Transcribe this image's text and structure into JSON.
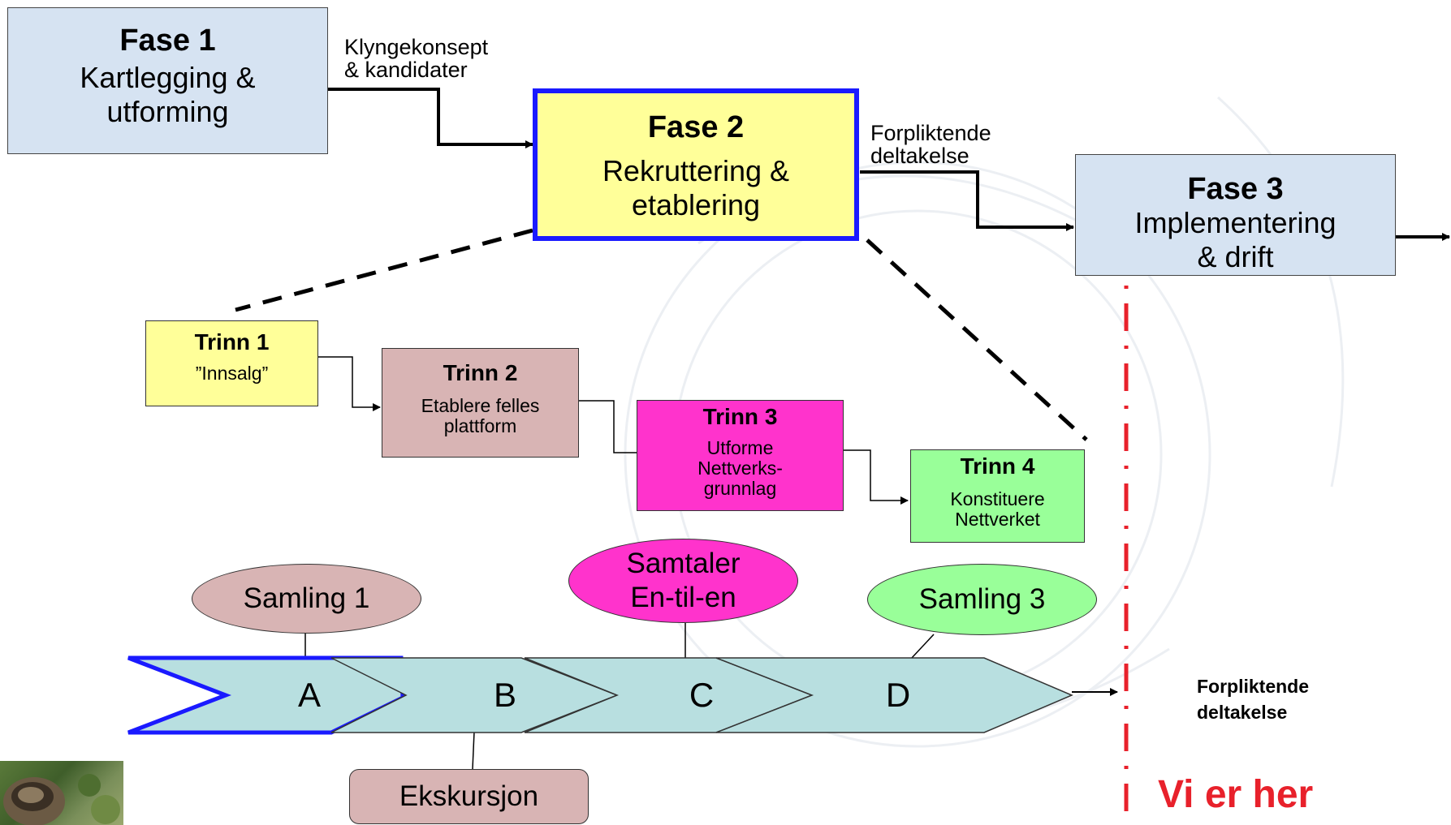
{
  "phases": [
    {
      "title": "Fase 1",
      "line1": "Kartlegging &",
      "line2": "utforming"
    },
    {
      "title": "Fase 2",
      "line1": "Rekruttering &",
      "line2": "etablering"
    },
    {
      "title": "Fase 3",
      "line1": "Implementering",
      "line2": "& drift"
    }
  ],
  "connectors": {
    "c1_line1": "Klyngekonsept",
    "c1_line2": "& kandidater",
    "c2_line1": "Forpliktende",
    "c2_line2": "deltakelse"
  },
  "steps": [
    {
      "title": "Trinn 1",
      "line1": "”Innsalg”",
      "line2": "",
      "line3": ""
    },
    {
      "title": "Trinn 2",
      "line1": "Etablere felles",
      "line2": "plattform",
      "line3": ""
    },
    {
      "title": "Trinn 3",
      "line1": "Utforme",
      "line2": "Nettverks-",
      "line3": "grunnlag"
    },
    {
      "title": "Trinn 4",
      "line1": "Konstituere",
      "line2": "Nettverket",
      "line3": ""
    }
  ],
  "ovals": {
    "samling1": "Samling 1",
    "samtaler_line1": "Samtaler",
    "samtaler_line2": "En-til-en",
    "samling3": "Samling 3",
    "ekskursjon": "Ekskursjon"
  },
  "chevrons": [
    "A",
    "B",
    "C",
    "D"
  ],
  "commitment_line1": "Forpliktende",
  "commitment_line2": "deltakelse",
  "marker_label": "Vi er her",
  "colors": {
    "phase_fill": "#d6e3f2",
    "phase2_fill": "#ffff99",
    "phase2_border": "#1a1aff",
    "step1_fill": "#ffff99",
    "step2_fill": "#d8b4b4",
    "step3_fill": "#ff33cc",
    "step4_fill": "#99ff99",
    "chevron_fill": "#b8dfe0",
    "marker_red": "#e8212b"
  }
}
